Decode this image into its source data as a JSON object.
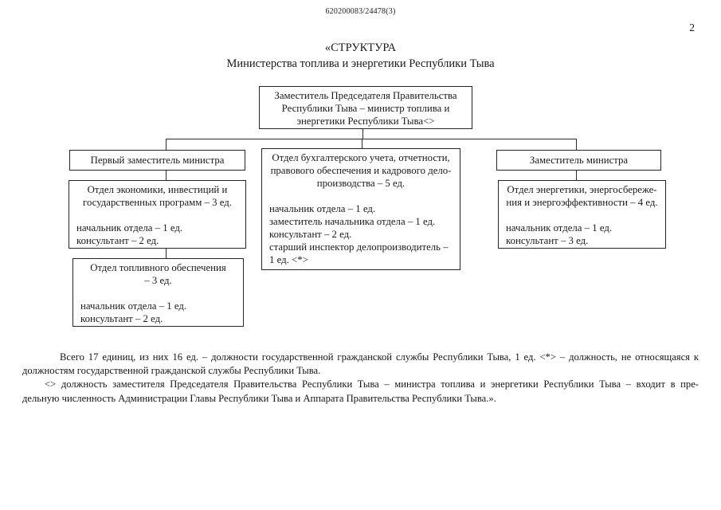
{
  "page": {
    "doc_number": "620200083/24478(3)",
    "page_number": "2"
  },
  "title": {
    "line1": "«СТРУКТУРА",
    "line2": "Министерства топлива и энергетики Республики Тыва"
  },
  "org_chart": {
    "minister_box": {
      "text": "Заместитель Председателя Правительства\nРеспублики Тыва – министр топлива и\nэнергетики Республики Тыва<>"
    },
    "first_deputy": {
      "label": "Первый заместитель министра",
      "departments": [
        {
          "title": "Отдел экономики, инвестиций и\nгосударственных программ – 3 ед.",
          "staff": [
            "начальник отдела – 1 ед.",
            "консультант – 2 ед."
          ]
        },
        {
          "title": "Отдел топливного обеспечения\n– 3 ед.",
          "staff": [
            "начальник отдела – 1 ед.",
            "консультант – 2 ед."
          ]
        }
      ]
    },
    "accounting_department": {
      "title": "Отдел бухгалтерского учета, отчетности,\nправового обеспечения и кадрового дело-\nпроизводства – 5 ед.",
      "staff": [
        "начальник отдела – 1 ед.",
        "заместитель начальника отдела – 1 ед.",
        "консультант – 2 ед.",
        "старший инспектор делопроизводитель –\n1 ед. <*>"
      ]
    },
    "deputy": {
      "label": "Заместитель министра",
      "departments": [
        {
          "title": "Отдел энергетики, энергосбереже-\nния и энергоэффективности – 4 ед.",
          "staff": [
            "начальник отдела – 1 ед.",
            "консультант – 3 ед."
          ]
        }
      ]
    }
  },
  "notes": {
    "lines": [
      "Всего 17 единиц, из них 16 ед. – должности государственной гражданской службы Республики Тыва, 1 ед. <*> – должность, не относящаяся к",
      "должностям государственной гражданской службы Республики Тыва.",
      "<> должность заместителя Председателя Правительства Республики Тыва – министра топлива и энергетики Республики Тыва – входит в пре-",
      "дельную численность Администрации Главы Республики Тыва и Аппарата Правительства Республики Тыва.»."
    ]
  }
}
